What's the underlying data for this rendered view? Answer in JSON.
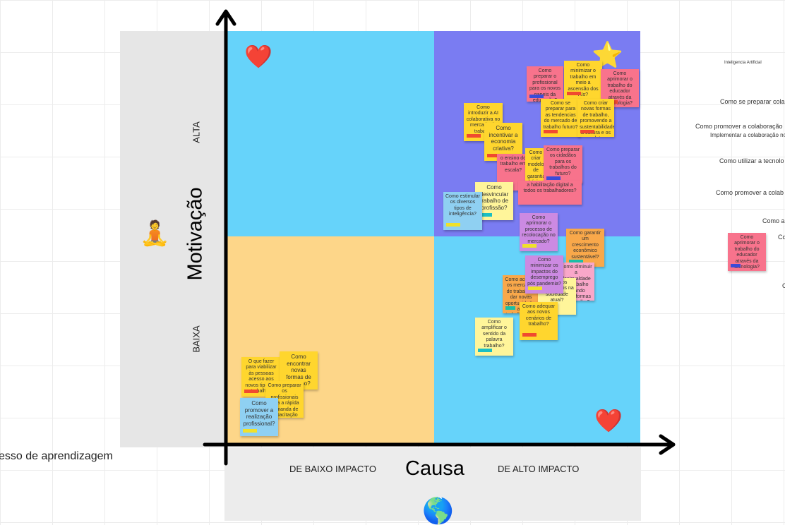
{
  "axes": {
    "y_title": "Motivação",
    "x_title": "Causa",
    "y_high": "ALTA",
    "y_low": "BAIXA",
    "x_low": "DE BAIXO IMPACTO",
    "x_high": "DE ALTO IMPACTO"
  },
  "emojis": {
    "heart_top": "❤️",
    "heart_bottom": "❤️",
    "star": "⭐",
    "meditation": "🧘",
    "globe": "🌎"
  },
  "left_text": "esso de aprendizagem",
  "colors": {
    "quadrant_blue": "#66d3fa",
    "quadrant_purple": "#7a7cf2",
    "quadrant_yellow": "#fdd689",
    "note_yellow": "#ffd62e",
    "note_pink": "#f8738c",
    "note_lightyellow": "#fff59a",
    "note_orange": "#f9a84a",
    "note_violet": "#cc8ae2",
    "note_lightblue": "#8fd0f2",
    "note_lightpink": "#f9a7c9"
  },
  "notes": [
    {
      "text": "Como preparar o profissional para os novos papeis da educação?",
      "color": "#f8738c"
    },
    {
      "text": "Como minimizar o trabalho em meio a ascensão dos AIs?",
      "color": "#ffd62e"
    },
    {
      "text": "Como aprimorar o trabalho do educador através da tecnologia?",
      "color": "#f8738c"
    },
    {
      "text": "Como se preparar para as tendencias do mercado de trabalho futuro?",
      "color": "#ffd62e"
    },
    {
      "text": "Como criar novas formas de trabalho, promovendo a sustentabilidade, a cultura e os produtos locais?",
      "color": "#ffd62e"
    },
    {
      "text": "Como introduzir a AI colaborativa no mercado de trabalho",
      "color": "#ffd62e"
    },
    {
      "text": "Como incentivar a economia criativa?",
      "color": "#ffd62e"
    },
    {
      "text": "Como criar modelo de garantia básica de sustento?",
      "color": "#ffd62e"
    },
    {
      "text": "Como preparar os cidadãos para os trabalhos do futuro?",
      "color": "#f8738c"
    },
    {
      "text": "o ensino do trabalho em escala?",
      "color": "#f8738c"
    },
    {
      "text": "a habilitação digital a todos os trabalhadores?",
      "color": "#f8738c"
    },
    {
      "text": "Como desvincular trabalho de profissão?",
      "color": "#fff59a"
    },
    {
      "text": "Como estimular os diversos tipos de inteligência?",
      "color": "#8fd0f2"
    },
    {
      "text": "Como aprimorar o processo de recolocação no mercado?",
      "color": "#cc8ae2"
    },
    {
      "text": "Como garantir um crescimento econômico sustentável?",
      "color": "#f9a84a"
    },
    {
      "text": "Como minimizar os impactos do desemprego pós pandemia?",
      "color": "#cc8ae2"
    },
    {
      "text": "Como diminuir a desigualdade de trabalho gerando novas formas de trabalho?",
      "color": "#f9a7c9"
    },
    {
      "text": "Como acessar os mercados de trabalho e dar novas oportunidades aos trabalhadores informais?",
      "color": "#f9a84a"
    },
    {
      "text": "trabalhos secundários na sociedade atual?",
      "color": "#fff59a"
    },
    {
      "text": "Como adequar aos novos cenários de trabalho?",
      "color": "#ffd62e"
    },
    {
      "text": "Como amplificar o sentido da palavra trabalho?",
      "color": "#fff59a"
    },
    {
      "text": "O que fazer para viabilizar às pessoas acesso aos novos tipos de trabalho?",
      "color": "#ffd62e"
    },
    {
      "text": "Como encontrar novas formas de trabalho?",
      "color": "#ffd62e"
    },
    {
      "text": "Como preparar os profissionais para a rápida demanda de capacitação para novas ocupações?",
      "color": "#ffd62e"
    },
    {
      "text": "Como promover a realização profissional?",
      "color": "#8fd0f2"
    },
    {
      "text": "Como aprimorar o trabalho do educador através da tecnologia?",
      "color": "#f8738c"
    }
  ],
  "right_texts": [
    "Inteligencia Artificial",
    "Como se preparar colabora",
    "Como promover a colaboração",
    "Implementar a colaboração no p",
    "Como utilizar a tecnolo",
    "Como promover a colab",
    "Como a",
    "Co",
    "C"
  ]
}
